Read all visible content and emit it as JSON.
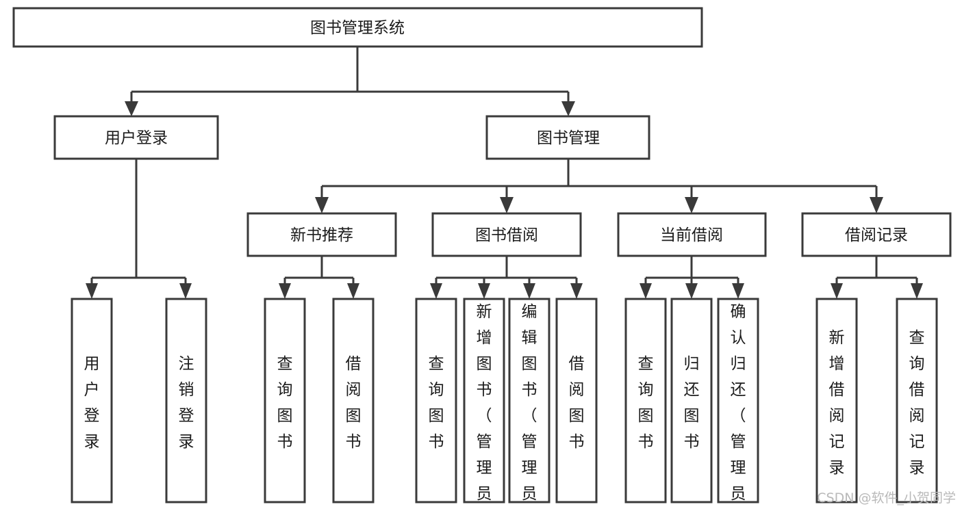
{
  "diagram": {
    "type": "tree",
    "title": "图书管理系统",
    "watermark": "CSDN @软件_小贺同学",
    "levels": {
      "root": {
        "label": "图书管理系统"
      },
      "level2": [
        {
          "id": "user-login",
          "label": "用户登录"
        },
        {
          "id": "book-management",
          "label": "图书管理"
        }
      ],
      "level3": [
        {
          "id": "new-book-recommend",
          "label": "新书推荐",
          "parent": "book-management"
        },
        {
          "id": "book-borrow",
          "label": "图书借阅",
          "parent": "book-management"
        },
        {
          "id": "current-borrow",
          "label": "当前借阅",
          "parent": "book-management"
        },
        {
          "id": "borrow-record",
          "label": "借阅记录",
          "parent": "book-management"
        }
      ],
      "leaves": [
        {
          "id": "leaf-user-login",
          "label": "用户登录",
          "parent": "user-login"
        },
        {
          "id": "leaf-user-logout",
          "label": "注销登录",
          "parent": "user-login"
        },
        {
          "id": "leaf-query-book-1",
          "label": "查询图书",
          "parent": "new-book-recommend"
        },
        {
          "id": "leaf-borrow-book-1",
          "label": "借阅图书",
          "parent": "new-book-recommend"
        },
        {
          "id": "leaf-query-book-2",
          "label": "查询图书",
          "parent": "book-borrow"
        },
        {
          "id": "leaf-add-book",
          "label": "新增图书（管理员）",
          "parent": "book-borrow"
        },
        {
          "id": "leaf-edit-book",
          "label": "编辑图书（管理员）",
          "parent": "book-borrow"
        },
        {
          "id": "leaf-borrow-book-2",
          "label": "借阅图书",
          "parent": "book-borrow"
        },
        {
          "id": "leaf-query-book-3",
          "label": "查询图书",
          "parent": "current-borrow"
        },
        {
          "id": "leaf-return-book",
          "label": "归还图书",
          "parent": "current-borrow"
        },
        {
          "id": "leaf-confirm-return",
          "label": "确认归还（管理员）",
          "parent": "current-borrow"
        },
        {
          "id": "leaf-add-record",
          "label": "新增借阅记录",
          "parent": "borrow-record"
        },
        {
          "id": "leaf-query-record",
          "label": "查询借阅记录",
          "parent": "borrow-record"
        }
      ]
    },
    "colors": {
      "box_stroke": "#3a3a3a",
      "box_fill": "#ffffff",
      "text": "#1b1b1b",
      "watermark": "#b9b9b9",
      "background": "#ffffff"
    }
  }
}
